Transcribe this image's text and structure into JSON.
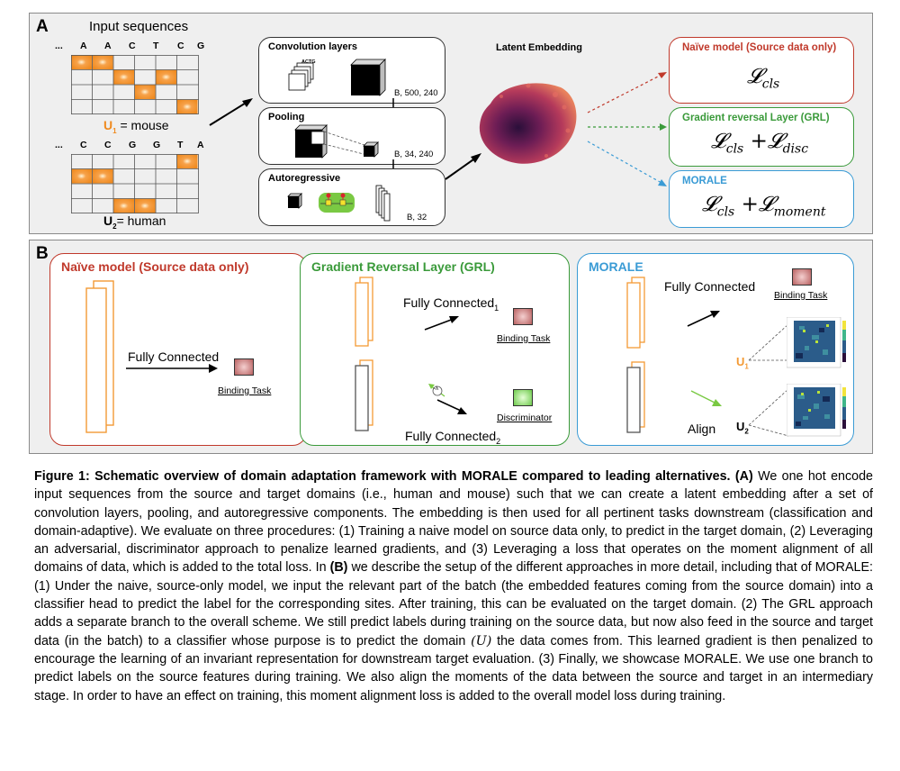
{
  "panel_a": {
    "letter": "A",
    "input_title": "Input sequences",
    "seq1": {
      "letters": [
        "...",
        "A",
        "A",
        "C",
        "T",
        "C",
        "G",
        "..."
      ],
      "label_main": "U",
      "label_sub": "1",
      "label_suffix": " = mouse"
    },
    "seq2": {
      "letters": [
        "...",
        "C",
        "C",
        "G",
        "G",
        "T",
        "A",
        "..."
      ],
      "label_main": "U",
      "label_sub": "2",
      "label_suffix": "= human"
    },
    "conv": {
      "title": "Convolution layers",
      "kernel_label": "ACTG",
      "dim": "B, 500, 240"
    },
    "pool": {
      "title": "Pooling",
      "dim": "B, 34, 240"
    },
    "auto": {
      "title": "Autoregressive",
      "dim": "B, 32"
    },
    "latent_title": "Latent Embedding",
    "naive": {
      "title": "Naïve model (Source data only)",
      "loss": "𝓛",
      "loss_sub": "cls"
    },
    "grl": {
      "title": "Gradient reversal Layer (GRL)",
      "loss1": "𝓛",
      "loss1_sub": "cls",
      "plus": "+",
      "loss2": "𝓛",
      "loss2_sub": "disc"
    },
    "morale": {
      "title": "MORALE",
      "loss1": "𝓛",
      "loss1_sub": "cls",
      "plus": "+",
      "loss2": "𝓛",
      "loss2_sub": "moment"
    }
  },
  "panel_b": {
    "letter": "B",
    "naive": {
      "title": "Naïve model (Source data only)",
      "fc": "Fully Connected",
      "task": "Binding Task"
    },
    "grl": {
      "title": "Gradient Reversal Layer (GRL)",
      "fc1": "Fully Connected",
      "fc1_sub": "1",
      "task": "Binding Task",
      "lambda": "-λ",
      "fc2": "Fully Connected",
      "fc2_sub": "2",
      "disc": "Discriminator"
    },
    "morale": {
      "title": "MORALE",
      "fc": "Fully Connected",
      "task": "Binding Task",
      "u1": "U",
      "u1_sub": "1",
      "align": "Align",
      "u2": "U",
      "u2_sub": "2"
    }
  },
  "caption": {
    "fig_label": "Figure 1: Schematic overview of domain adaptation framework with MORALE compared to leading alternatives.",
    "a_ref": "(A)",
    "text1": " We one hot encode input sequences from the source and target domains (i.e., human and mouse) such that we can create a latent embedding after a set of convolution layers, pooling, and autoregressive components. The embedding is then used for all pertinent tasks downstream (classification and domain-adaptive). We evaluate on three procedures: (1) Training a naive model on source data only, to predict in the target domain, (2) Leveraging an adversarial, discriminator approach to penalize learned gradients, and (3) Leveraging a loss that operates on the moment alignment of all domains of data, which is added to the total loss. In ",
    "b_ref": "(B)",
    "text2": " we describe the setup of the different approaches in more detail, including that of MORALE: (1) Under the naive, source-only model, we input the relevant part of the batch (the embedded features coming from the source domain) into a classifier head to predict the label for the corresponding sites. After training, this can be evaluated on the target domain. (2) The GRL approach adds a separate branch to the overall scheme. We still predict labels during training on the source data, but now also feed in the source and target data (in the batch) to a classifier whose purpose is to predict the domain ",
    "u_sym": "(U)",
    "text3": " the data comes from. This learned gradient is then penalized to encourage the learning of an invariant representation for downstream target evaluation. (3) Finally, we showcase MORALE. We use one branch to predict labels on the source features during training. We also align the moments of the data between the source and target in an intermediary stage. In order to have an effect on training, this moment alignment loss is added to the overall model loss during training."
  },
  "colors": {
    "naive": "#c0392b",
    "grl": "#3a9a3a",
    "morale": "#3a9bd5",
    "orange": "#f39a35",
    "heatmap": "#2b5c8a"
  }
}
